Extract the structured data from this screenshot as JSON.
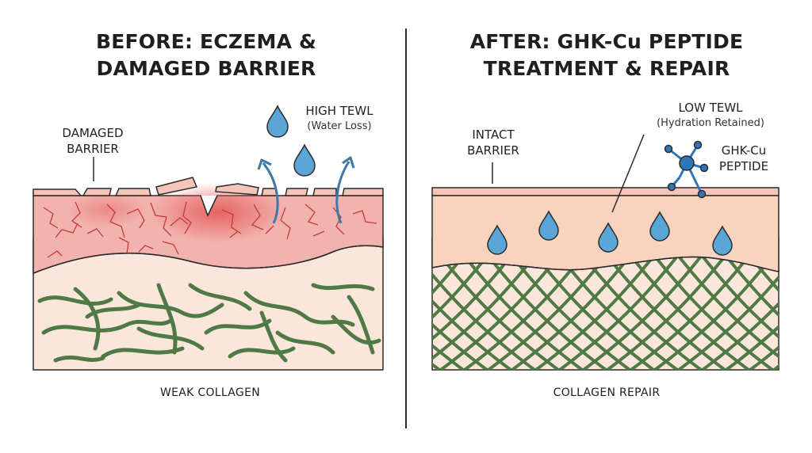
{
  "before": {
    "title_line1": "BEFORE: ECZEMA &",
    "title_line2": "DAMAGED BARRIER",
    "damaged_label_line1": "DAMAGED",
    "damaged_label_line2": "BARRIER",
    "tewl_label": "HIGH TEWL",
    "tewl_sub": "(Water Loss)",
    "caption": "WEAK COLLAGEN"
  },
  "after": {
    "title_line1": "AFTER: GHK-Cu PEPTIDE",
    "title_line2": "TREATMENT & REPAIR",
    "intact_label_line1": "INTACT",
    "intact_label_line2": "BARRIER",
    "tewl_label": "LOW TEWL",
    "tewl_sub": "(Hydration Retained)",
    "peptide_label_line1": "GHK-Cu",
    "peptide_label_line2": "PEPTIDE",
    "caption": "COLLAGEN REPAIR"
  },
  "colors": {
    "inflamed_skin": "#f2b2ad",
    "inflamed_core": "#e86a6a",
    "crack_lines": "#c43a3a",
    "dermis": "#fbe6dc",
    "healthy_skin": "#f8d3bd",
    "collagen": "#4f7a45",
    "water_drop": "#5aa6d6",
    "arrow": "#3c78a8",
    "peptide": "#2f76b8"
  },
  "icons": [
    "water-drop-icon",
    "arrow-up-icon",
    "peptide-molecule-icon"
  ]
}
